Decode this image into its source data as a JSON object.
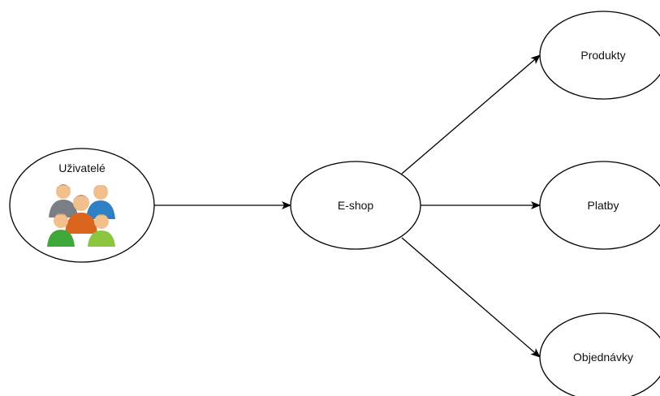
{
  "nodes": {
    "users": {
      "label": "Uživatelé",
      "icon": "users-group-icon"
    },
    "eshop": {
      "label": "E-shop"
    },
    "products": {
      "label": "Produkty"
    },
    "payments": {
      "label": "Platby"
    },
    "orders": {
      "label": "Objednávky"
    }
  },
  "colors": {
    "stroke": "#000000",
    "fill": "#ffffff",
    "person_gray": "#7a7f86",
    "person_blue": "#2f7fc4",
    "person_orange": "#d9651e",
    "person_green": "#3fa83a",
    "person_lime": "#8cc63f",
    "skin": "#f2c08c",
    "hair_brown": "#6b3e1e",
    "hair_dark": "#3a3a3a",
    "hair_ginger": "#c06a2a"
  }
}
